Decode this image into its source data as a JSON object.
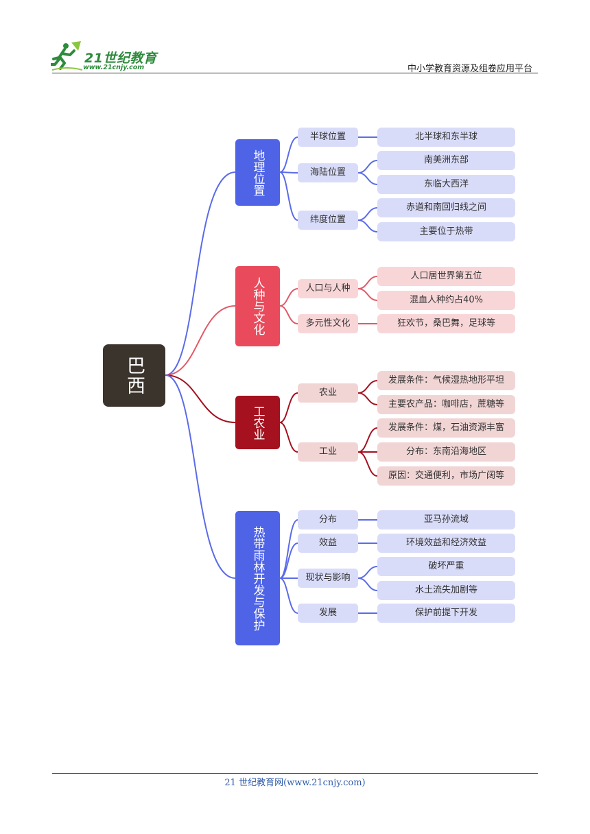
{
  "header": {
    "logo_text": "21世纪教育",
    "logo_url": "www.21cnjy.com",
    "right_text": "中小学教育资源及组卷应用平台"
  },
  "footer": {
    "text": "21 世纪教育网(www.21cnjy.com)"
  },
  "colors": {
    "root": "#3b342c",
    "blue_main": "#4f63e7",
    "blue_light": "#d9dcf9",
    "blue_line": "#5b6be8",
    "red_main": "#e94b5c",
    "red_light": "#f8d6d8",
    "red_line": "#e05a67",
    "darkred_main": "#a5111f",
    "darkred_light": "#f1d5d5",
    "darkred_line": "#a5111f"
  },
  "mindmap": {
    "root": "巴西",
    "branches": [
      {
        "label": "地理位置",
        "children": [
          {
            "label": "半球位置",
            "items": [
              "北半球和东半球"
            ]
          },
          {
            "label": "海陆位置",
            "items": [
              "南美洲东部",
              "东临大西洋"
            ]
          },
          {
            "label": "纬度位置",
            "items": [
              "赤道和南回归线之间",
              "主要位于热带"
            ]
          }
        ]
      },
      {
        "label": "人种与文化",
        "children": [
          {
            "label": "人口与人种",
            "items": [
              "人口居世界第五位",
              "混血人种约占40%"
            ]
          },
          {
            "label": "多元性文化",
            "items": [
              "狂欢节，桑巴舞，足球等"
            ]
          }
        ]
      },
      {
        "label": "工农业",
        "children": [
          {
            "label": "农业",
            "items": [
              "发展条件：气候湿热地形平坦",
              "主要农产品：咖啡店，蔗糖等"
            ]
          },
          {
            "label": "工业",
            "items": [
              "发展条件：煤，石油资源丰富",
              "分布：东南沿海地区",
              "原因：交通便利，市场广阔等"
            ]
          }
        ]
      },
      {
        "label": "热带雨林开发与保护",
        "children": [
          {
            "label": "分布",
            "items": [
              "亚马孙流域"
            ]
          },
          {
            "label": "效益",
            "items": [
              "环境效益和经济效益"
            ]
          },
          {
            "label": "现状与影响",
            "items": [
              "破坏严重",
              "水土流失加剧等"
            ]
          },
          {
            "label": "发展",
            "items": [
              "保护前提下开发"
            ]
          }
        ]
      }
    ]
  }
}
